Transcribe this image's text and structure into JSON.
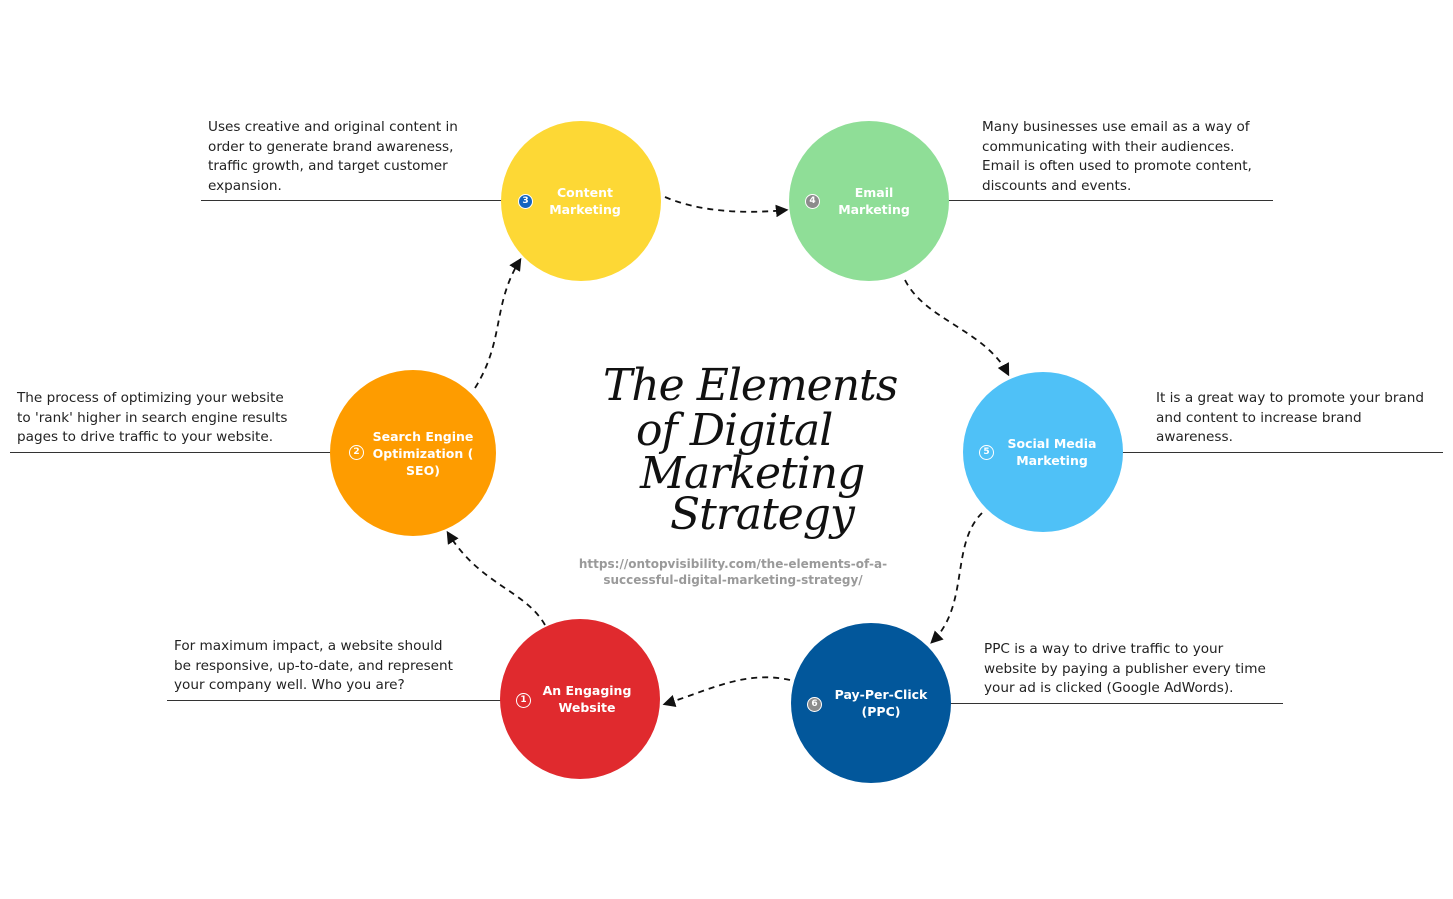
{
  "title": {
    "lines": [
      "The Elements",
      "of Digital",
      "Marketing",
      "Strategy"
    ]
  },
  "source_url": "https://ontopvisibility.com/the-elements-of-a-successful-digital-marketing-strategy/",
  "nodes": [
    {
      "number": "1",
      "label": "An Engaging Website",
      "color": "#e02a2e",
      "description": "For maximum impact, a website should\nbe responsive, up-to-date, and represent\nyour company well. Who you are?"
    },
    {
      "number": "2",
      "label": "Search Engine Optimization ( SEO)",
      "color": "#fe9c00",
      "description": "The process of optimizing your website\nto 'rank' higher in search engine results\npages to drive traffic to your website."
    },
    {
      "number": "3",
      "label": "Content Marketing",
      "color": "#fdd835",
      "description": "Uses creative and original content in\norder to generate brand awareness,\ntraffic growth, and target customer\nexpansion."
    },
    {
      "number": "4",
      "label": "Email Marketing",
      "color": "#8fde97",
      "description": "Many businesses use email as a way of\ncommunicating with their audiences.\nEmail is often used to promote content,\ndiscounts and events."
    },
    {
      "number": "5",
      "label": "Social Media Marketing",
      "color": "#4fc1f7",
      "description": "It is a great way to promote your brand\nand content to increase brand\nawareness."
    },
    {
      "number": "6",
      "label": "Pay-Per-Click (PPC)",
      "color": "#02579b",
      "description": "PPC is a way to drive traffic to your\nwebsite by paying a publisher every time\nyour ad is clicked (Google AdWords)."
    }
  ],
  "colors": {
    "connector": "#111111",
    "rule": "#333333",
    "badge_3": "#1565c0"
  }
}
